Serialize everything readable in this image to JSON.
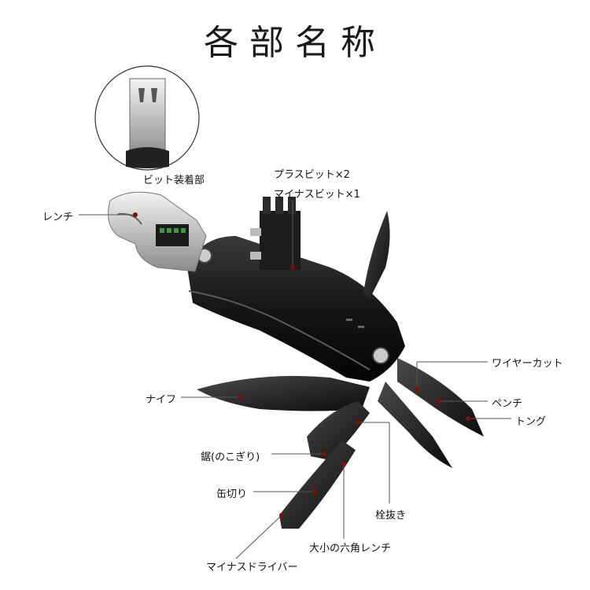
{
  "title": "各部名称",
  "labels": {
    "bit_mount": "ビット装着部",
    "bits_plus": "プラスビット×2",
    "bits_minus": "マイナスビット×1",
    "wrench": "レンチ",
    "wire_cutter": "ワイヤーカット",
    "pliers": "ペンチ",
    "tongs": "トング",
    "knife": "ナイフ",
    "saw": "鋸(のこぎり)",
    "can_opener": "缶切り",
    "cork_puller": "栓抜き",
    "hex_wrench": "大小の六角レンチ",
    "flat_driver": "マイナスドライバー"
  }
}
